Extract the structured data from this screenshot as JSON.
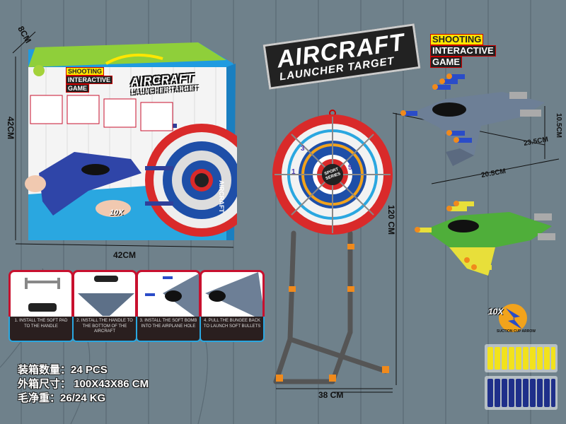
{
  "brand": {
    "logo_title": "AIRCRAFT",
    "logo_subtitle": "LAUNCHER TARGET",
    "tagline": [
      "SHOOTING",
      "INTERACTIVE",
      "GAME"
    ]
  },
  "box": {
    "dimensions": {
      "depth": "8CM",
      "height": "42CM",
      "width": "42CM"
    },
    "badge": "10X",
    "badge_caption": "SUCTION CUP ARROW",
    "side_label": "AIRCRAFT"
  },
  "steps": [
    {
      "label": "1. INSTALL THE SOFT PAD TO THE HANDLE"
    },
    {
      "label": "2. INSTALL THE HANDLE TO THE BOTTOM OF THE AIRCRAFT"
    },
    {
      "label": "3. INSTALL THE SOFT BOMB INTO THE AIRPLANE HOLE"
    },
    {
      "label": "4. PULL THE BUNGEE BACK TO LAUNCH SOFT BULLETS"
    }
  ],
  "specs": [
    {
      "label": "装箱数量：",
      "value": "24 PCS"
    },
    {
      "label": "外箱尺寸：",
      "value": "100X43X86 CM"
    },
    {
      "label": "毛净重：",
      "value": "26/24 KG"
    }
  ],
  "target": {
    "center_text": "SPORT SERIES",
    "height": "120 CM",
    "width": "38 CM",
    "ring_numbers": [
      "1",
      "3",
      "5"
    ]
  },
  "plane": {
    "length": "23.5CM",
    "height": "10.5CM",
    "wingspan": "20.5CM"
  },
  "accessory": {
    "badge": "10X",
    "caption": "SUCTION CUP ARROW"
  },
  "colors": {
    "background": "#6f818b",
    "target_red": "#d92a2a",
    "target_blue": "#1e4fa8",
    "plane_grey": "#6d7f96",
    "plane_green": "#4fae3a",
    "dart_blue": "#1f2f8a",
    "dart_yellow": "#f2e21c",
    "dart_tip": "#f08a1c"
  }
}
